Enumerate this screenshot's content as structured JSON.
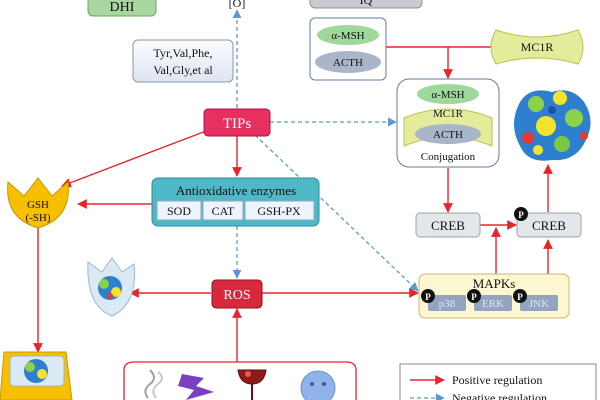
{
  "top": {
    "dhi": "DHI",
    "o_bracket": "[O]",
    "q_label": "IQ"
  },
  "amino_acids": {
    "line1": "Tyr,Val,Phe,",
    "line2": "Val,Gly,et al"
  },
  "tips": "TIPs",
  "hormones": {
    "a_msh": "α-MSH",
    "acth": "ACTH"
  },
  "mc1r": "MC1R",
  "conjugation": {
    "a_msh": "α-MSH",
    "mc1r": "MC1R",
    "acth": "ACTH",
    "label": "Conjugation"
  },
  "antioxidative": {
    "title": "Antioxidative enzymes",
    "sod": "SOD",
    "cat": "CAT",
    "gsh_px": "GSH-PX"
  },
  "gsh": {
    "line1": "GSH",
    "line2": "(-SH)"
  },
  "ros": "ROS",
  "creb": {
    "left": "CREB",
    "right": "CREB",
    "phospho": "P"
  },
  "mapks": {
    "title": "MAPKs",
    "p38": "p38",
    "erk": "ERK",
    "jnk": "JNK",
    "phospho": "P"
  },
  "legend": {
    "positive": "Positive regulation",
    "negative": "Negative regulation"
  },
  "colors": {
    "positive": "#e8252b",
    "negative": "#5b9bd5",
    "tips": "#e6305f",
    "enzyme": "#4eb8c7",
    "gsh": "#f6bf00"
  }
}
